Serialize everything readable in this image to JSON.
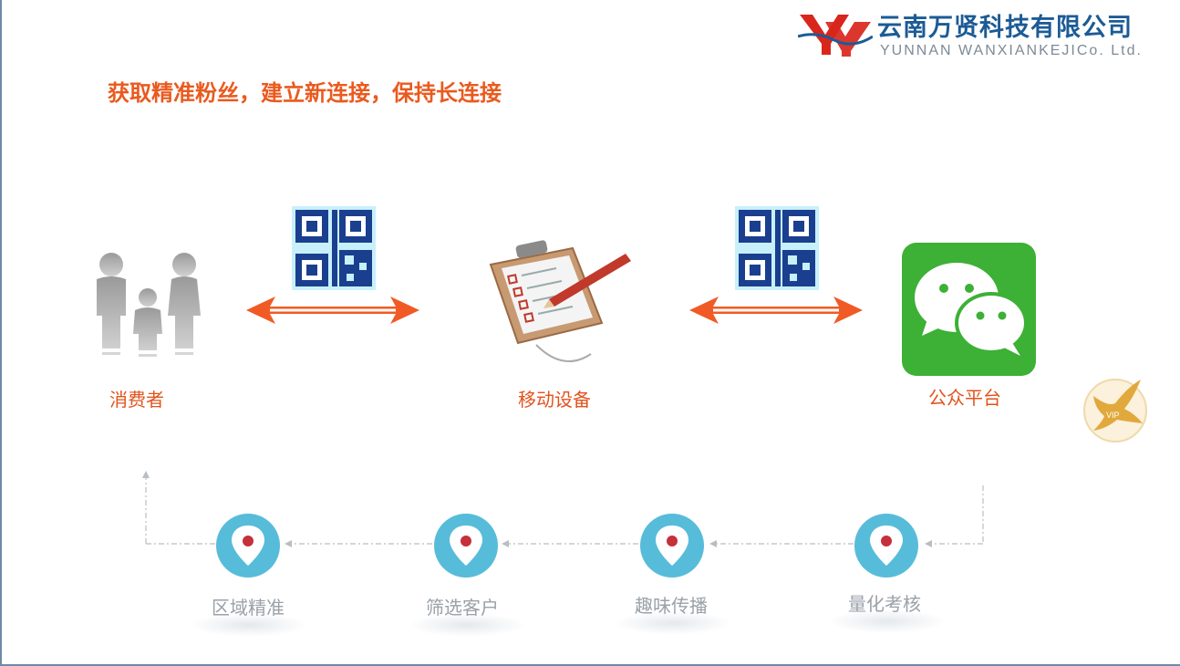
{
  "header": {
    "company_name_cn": "云南万贤科技有限公司",
    "company_name_en": "YUNNAN WANXIANKEJICo. Ltd.",
    "brand_colors": {
      "logo_red": "#d9261c",
      "company_blue": "#1c5b96"
    }
  },
  "headline": "获取精准粉丝，建立新连接，保持长连接",
  "nodes": [
    {
      "label": "消费者",
      "icon": "family-icon"
    },
    {
      "label": "移动设备",
      "icon": "clipboard-checklist-icon"
    },
    {
      "label": "公众平台",
      "icon": "wechat-icon"
    }
  ],
  "connectors": [
    {
      "icon": "qr-code-icon",
      "arrow": "double-arrow-icon"
    },
    {
      "icon": "qr-code-icon",
      "arrow": "double-arrow-icon"
    }
  ],
  "process_steps": [
    {
      "label": "区域精准",
      "icon": "location-pin-icon"
    },
    {
      "label": "筛选客户",
      "icon": "location-pin-icon"
    },
    {
      "label": "趣味传播",
      "icon": "location-pin-icon"
    },
    {
      "label": "量化考核",
      "icon": "location-pin-icon"
    }
  ],
  "badge": {
    "icon": "vip-bird-icon",
    "text": "VIP"
  },
  "colors": {
    "accent_orange": "#ea5a1e",
    "qr_blue": "#1a3f8f",
    "qr_bg": "#c8f0fb",
    "wechat_green": "#3db036",
    "pin_blue": "#57bcd9",
    "step_text": "#9aa1a8"
  }
}
